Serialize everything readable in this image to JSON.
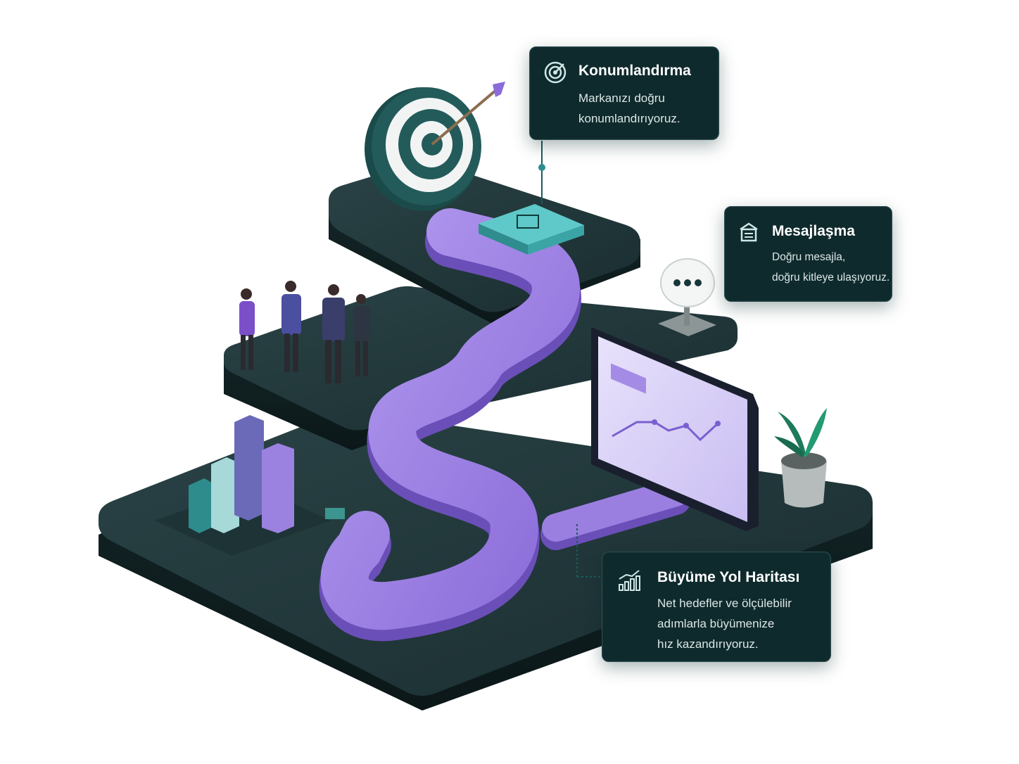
{
  "cards": {
    "positioning": {
      "title": "Konumlandırma",
      "line1": "Markanızı doğru",
      "line2": "konumlandırıyoruz.",
      "icon": "target-icon"
    },
    "messaging": {
      "title": "Mesajlaşma",
      "line1": "Doğru mesajla,",
      "line2": "doğru kitleye ulaşıyoruz.",
      "icon": "megaphone-icon"
    },
    "growth": {
      "title": "Büyüme Yol Haritası",
      "line1": "Net hedefler ve ölçülebilir",
      "line2": "adımlarla büyümenize",
      "line3": "hız kazandırıyoruz.",
      "icon": "growth-chart-icon"
    }
  },
  "colors": {
    "platform": "#1e3437",
    "platform_side": "#122426",
    "path": "#9b7fe0",
    "path_side": "#6b4fb8",
    "accent_teal": "#4fd1c5",
    "card_bg": "#0f2a2c"
  }
}
